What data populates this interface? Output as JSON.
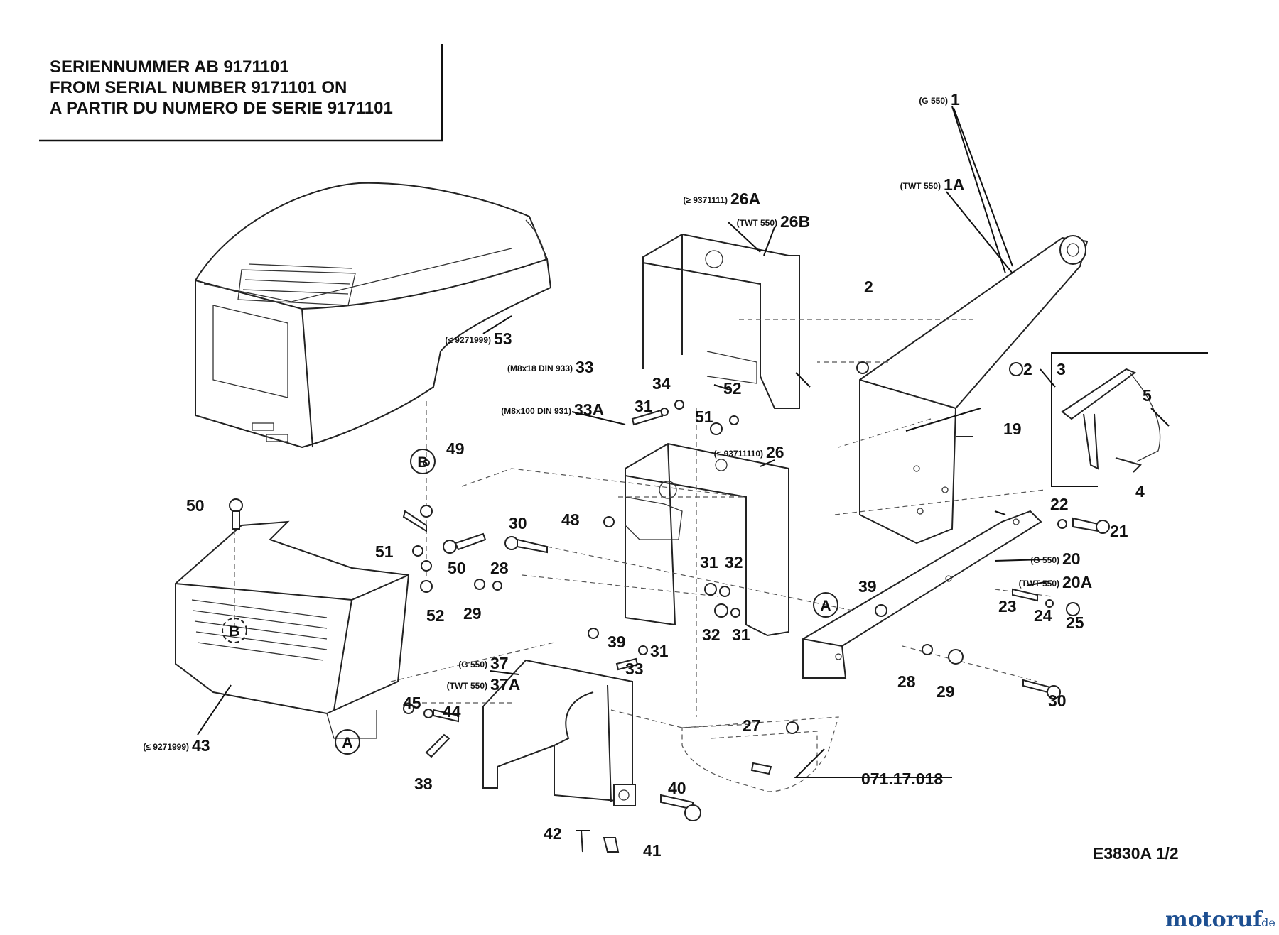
{
  "header": {
    "lines": [
      "SERIENNUMMER AB 9171101",
      "FROM SERIAL NUMBER 9171101 ON",
      "A PARTIR DU NUMERO DE SERIE 9171101"
    ]
  },
  "labels": [
    {
      "id": "1",
      "text": "1",
      "note": "(G 550)"
    },
    {
      "id": "1A",
      "text": "1A",
      "note": "(TWT 550)"
    },
    {
      "id": "2a",
      "text": "2",
      "note": ""
    },
    {
      "id": "2b",
      "text": "2",
      "note": ""
    },
    {
      "id": "3",
      "text": "3",
      "note": ""
    },
    {
      "id": "4",
      "text": "4",
      "note": ""
    },
    {
      "id": "5",
      "text": "5",
      "note": ""
    },
    {
      "id": "19",
      "text": "19",
      "note": ""
    },
    {
      "id": "20",
      "text": "20",
      "note": "(G 550)"
    },
    {
      "id": "20A",
      "text": "20A",
      "note": "(TWT 550)"
    },
    {
      "id": "21",
      "text": "21",
      "note": ""
    },
    {
      "id": "22",
      "text": "22",
      "note": ""
    },
    {
      "id": "23",
      "text": "23",
      "note": ""
    },
    {
      "id": "24",
      "text": "24",
      "note": ""
    },
    {
      "id": "25",
      "text": "25",
      "note": ""
    },
    {
      "id": "26",
      "text": "26",
      "note": "(≤ 93711110)"
    },
    {
      "id": "26A",
      "text": "26A",
      "note": "(≥ 9371111)"
    },
    {
      "id": "26B",
      "text": "26B",
      "note": "(TWT 550)"
    },
    {
      "id": "27",
      "text": "27",
      "note": ""
    },
    {
      "id": "28a",
      "text": "28",
      "note": ""
    },
    {
      "id": "28b",
      "text": "28",
      "note": ""
    },
    {
      "id": "29a",
      "text": "29",
      "note": ""
    },
    {
      "id": "29b",
      "text": "29",
      "note": ""
    },
    {
      "id": "30a",
      "text": "30",
      "note": ""
    },
    {
      "id": "30b",
      "text": "30",
      "note": ""
    },
    {
      "id": "31a",
      "text": "31",
      "note": ""
    },
    {
      "id": "31b",
      "text": "31",
      "note": ""
    },
    {
      "id": "31c",
      "text": "31",
      "note": ""
    },
    {
      "id": "31d",
      "text": "31",
      "note": ""
    },
    {
      "id": "32a",
      "text": "32",
      "note": ""
    },
    {
      "id": "32b",
      "text": "32",
      "note": ""
    },
    {
      "id": "33",
      "text": "33",
      "note": "(M8x18 DIN 933)"
    },
    {
      "id": "33A",
      "text": "33A",
      "note": "(M8x100 DIN 931)"
    },
    {
      "id": "33b",
      "text": "33",
      "note": ""
    },
    {
      "id": "34",
      "text": "34",
      "note": ""
    },
    {
      "id": "37",
      "text": "37",
      "note": "(G 550)"
    },
    {
      "id": "37A",
      "text": "37A",
      "note": "(TWT 550)"
    },
    {
      "id": "38",
      "text": "38",
      "note": ""
    },
    {
      "id": "39a",
      "text": "39",
      "note": ""
    },
    {
      "id": "39b",
      "text": "39",
      "note": ""
    },
    {
      "id": "40",
      "text": "40",
      "note": ""
    },
    {
      "id": "41",
      "text": "41",
      "note": ""
    },
    {
      "id": "42",
      "text": "42",
      "note": ""
    },
    {
      "id": "43",
      "text": "43",
      "note": "(≤ 9271999)"
    },
    {
      "id": "44",
      "text": "44",
      "note": ""
    },
    {
      "id": "45",
      "text": "45",
      "note": ""
    },
    {
      "id": "48",
      "text": "48",
      "note": ""
    },
    {
      "id": "49",
      "text": "49",
      "note": ""
    },
    {
      "id": "50a",
      "text": "50",
      "note": ""
    },
    {
      "id": "50b",
      "text": "50",
      "note": ""
    },
    {
      "id": "51a",
      "text": "51",
      "note": ""
    },
    {
      "id": "51b",
      "text": "51",
      "note": ""
    },
    {
      "id": "52a",
      "text": "52",
      "note": ""
    },
    {
      "id": "52b",
      "text": "52",
      "note": ""
    },
    {
      "id": "53",
      "text": "53",
      "note": "(≤ 9271999)"
    }
  ],
  "markers": [
    "A",
    "A",
    "B",
    "B"
  ],
  "reference_number": "071.17.018",
  "drawing_code": "E3830A 1/2",
  "watermark": {
    "part1": "motoruf",
    "part2": ".de"
  }
}
